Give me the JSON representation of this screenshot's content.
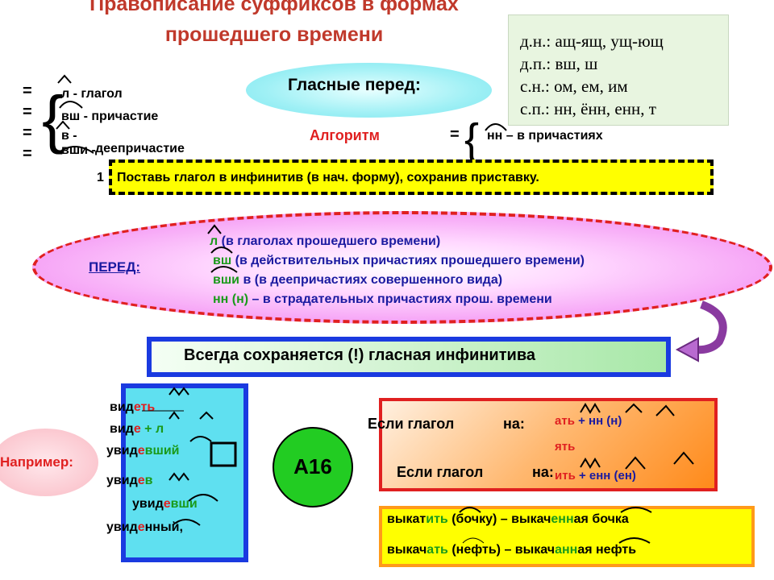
{
  "title": {
    "line1": "Правописание суффиксов в формах",
    "line2": "прошедшего времени"
  },
  "legend_box": {
    "lines": [
      "д.н.: ащ-ящ, ущ-ющ",
      "д.п.: вш, ш",
      "с.н.: ом, ем, им",
      "с.п.: нн, ённ, енн, т"
    ]
  },
  "left_list": {
    "equals": [
      "=",
      "=",
      "=",
      "="
    ],
    "items": [
      {
        "suffix": "л",
        "rest": " - глагол"
      },
      {
        "suffix": "вш",
        "rest": " - причастие"
      },
      {
        "suffix": "в",
        "rest": " -"
      },
      {
        "suffix": "вши",
        "rest": " -"
      }
    ],
    "gerund_label": "деепричастие"
  },
  "vowels_before": "Гласные перед:",
  "algorithm": {
    "label": "Алгоритм",
    "eq": "=",
    "nn_suffix": "нн",
    "nn_rest": " – в причастиях"
  },
  "step1": {
    "number": "1",
    "text": "Поставь глагол в инфинитив (в нач. форму), сохранив приставку."
  },
  "before_oval": {
    "label": "ПЕРЕД:",
    "lines": [
      {
        "suffix": "л",
        "rest": " (в глаголах прошедшего времени)"
      },
      {
        "suffix": "вш",
        "rest": " (в действительных причастиях прошедшего времени)"
      },
      {
        "suffix": "вши",
        "rest": " в (в деепричастиях совершенного вида)"
      },
      {
        "suffix": "нн (н)",
        "rest": " – в страдательных причастиях прош. времени"
      }
    ]
  },
  "always_box": "Всегда сохраняется (!) гласная инфинитива",
  "example_label": "Например:",
  "examples": [
    {
      "a": "вид",
      "b": "еть",
      "c": ""
    },
    {
      "a": "вид",
      "b": "е",
      "c": " + л"
    },
    {
      "a": "увид",
      "b": "е",
      "c": "вший"
    },
    {
      "a": "увид",
      "b": "е",
      "c": "в"
    },
    {
      "a": "увид",
      "b": "е",
      "c": "вши"
    },
    {
      "a": "увид",
      "b": "е",
      "c": "нный,"
    }
  ],
  "a16": "А16",
  "rule_box": {
    "if_verb_1": "Если глагол",
    "on_1": "на:",
    "at": "ать",
    "plus_nn": " + нн (н)",
    "yat": "ять",
    "if_verb_2": "Если глагол",
    "on_2": "на:",
    "it": "ить",
    "plus_enn": " + енн (ен)"
  },
  "bottom_box": {
    "line1_a": "выкат",
    "line1_b": "ить",
    "line1_c": " (бочку) – выкач",
    "line1_d": "енн",
    "line1_e": "ая бочка",
    "line2_a": "выкач",
    "line2_b": "ать",
    "line2_c": " (нефть) – выкач",
    "line2_d": "анн",
    "line2_e": "ая нефть"
  },
  "colors": {
    "title": "#c0392b",
    "suffix_green": "#1a9a1a",
    "vowel_red": "#e02020",
    "accent_blue": "#1a1aa0",
    "yellow_box": "#ffff00",
    "cyan_box": "#5fe0f0",
    "orange_box": "#ff8a1a"
  }
}
